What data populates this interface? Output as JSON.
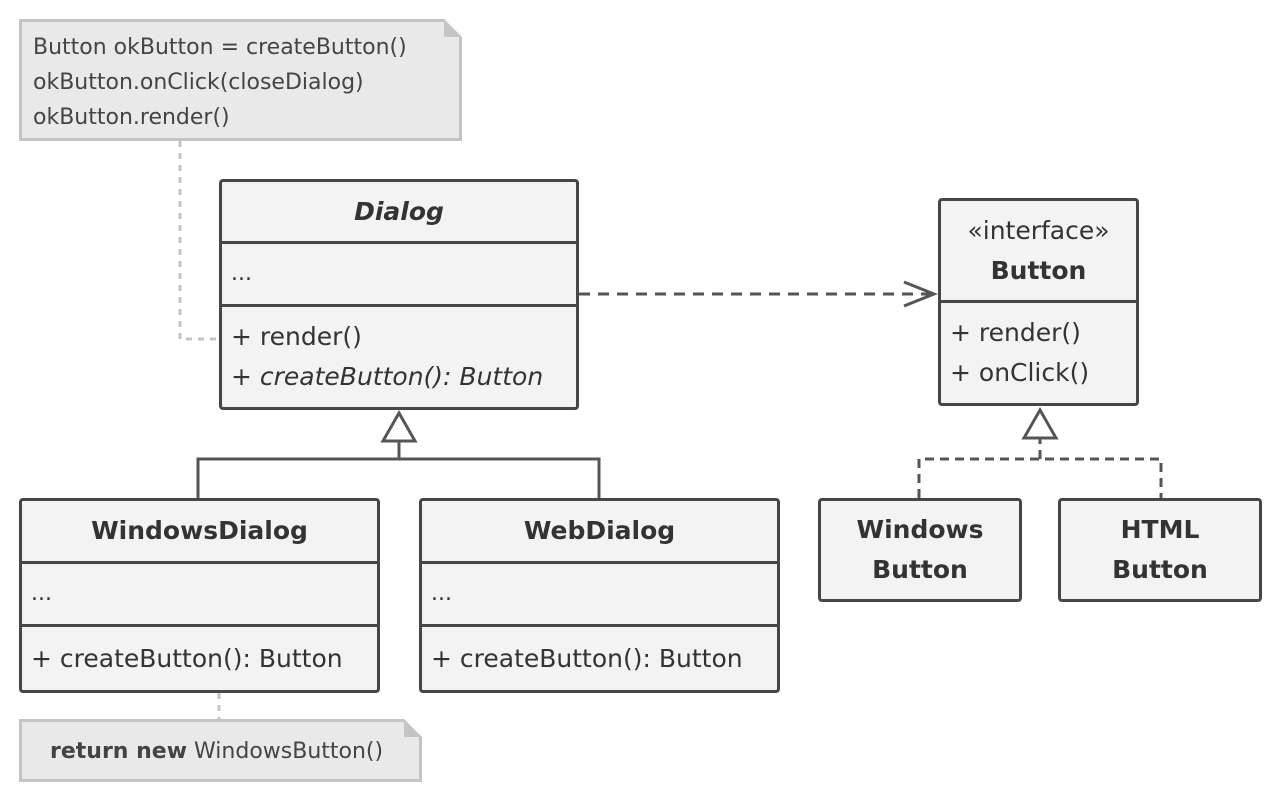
{
  "notes": {
    "top": {
      "lines": [
        "Button okButton = createButton()",
        "okButton.onClick(closeDialog)",
        "okButton.render()"
      ]
    },
    "bottom": {
      "keyword": "return new",
      "text": "WindowsButton()"
    }
  },
  "classes": {
    "dialog": {
      "name": "Dialog",
      "fields": "...",
      "methods": [
        "+ render()",
        "+ createButton(): Button"
      ]
    },
    "button": {
      "stereotype": "«interface»",
      "name": "Button",
      "methods": [
        "+ render()",
        "+ onClick()"
      ]
    },
    "windows_dialog": {
      "name": "WindowsDialog",
      "fields": "...",
      "methods": [
        "+ createButton(): Button"
      ]
    },
    "web_dialog": {
      "name": "WebDialog",
      "fields": "...",
      "methods": [
        "+ createButton(): Button"
      ]
    },
    "windows_button": {
      "name_lines": [
        "Windows",
        "Button"
      ]
    },
    "html_button": {
      "name_lines": [
        "HTML",
        "Button"
      ]
    }
  },
  "relations": [
    {
      "from": "Dialog",
      "to": "Button",
      "type": "dependency"
    },
    {
      "from": "WindowsDialog",
      "to": "Dialog",
      "type": "inheritance"
    },
    {
      "from": "WebDialog",
      "to": "Dialog",
      "type": "inheritance"
    },
    {
      "from": "Windows Button",
      "to": "Button",
      "type": "realization"
    },
    {
      "from": "HTML Button",
      "to": "Button",
      "type": "realization"
    }
  ],
  "colors": {
    "class_border": "#464646",
    "class_fill": "#f3f3f3",
    "note_fill": "#e9e9e9",
    "note_border": "#c4c4c4"
  }
}
